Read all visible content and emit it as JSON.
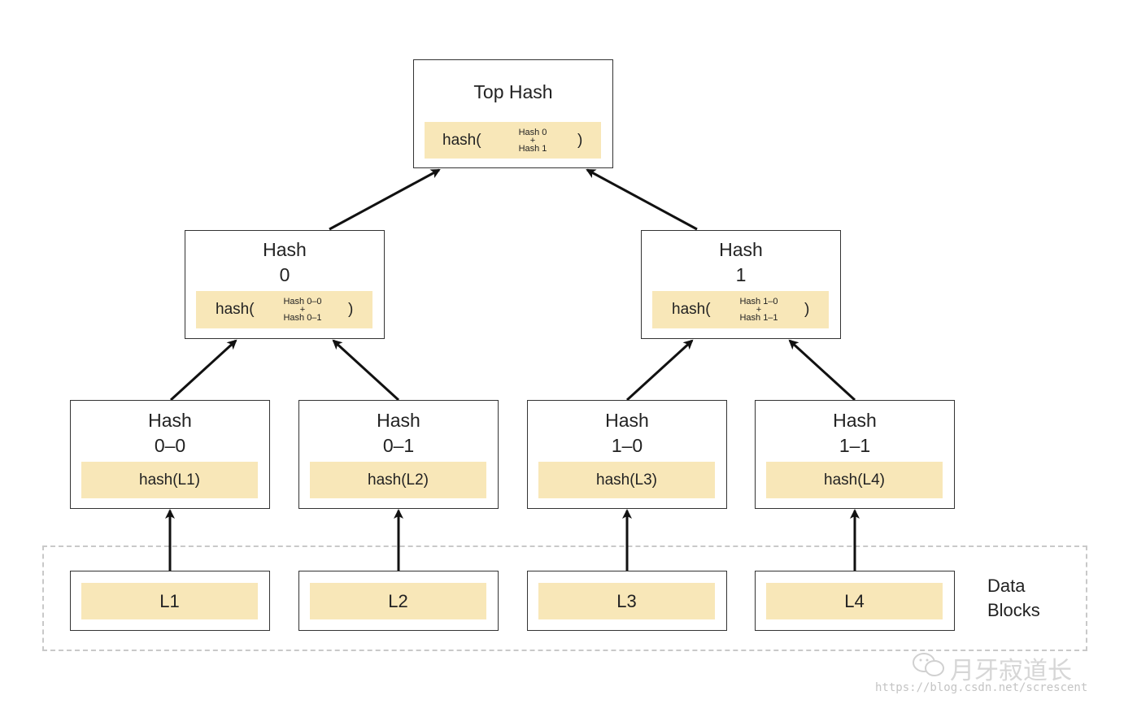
{
  "top": {
    "title": "Top Hash",
    "fn": "hash(",
    "a": "Hash 0",
    "plus": "+",
    "b": "Hash 1",
    "close": ")"
  },
  "hash0": {
    "title1": "Hash",
    "title2": "0",
    "fn": "hash(",
    "a": "Hash 0–0",
    "plus": "+",
    "b": "Hash 0–1",
    "close": ")"
  },
  "hash1": {
    "title1": "Hash",
    "title2": "1",
    "fn": "hash(",
    "a": "Hash 1–0",
    "plus": "+",
    "b": "Hash 1–1",
    "close": ")"
  },
  "leaves": [
    {
      "title1": "Hash",
      "title2": "0–0",
      "fn": "hash(L1)",
      "block": "L1"
    },
    {
      "title1": "Hash",
      "title2": "0–1",
      "fn": "hash(L2)",
      "block": "L2"
    },
    {
      "title1": "Hash",
      "title2": "1–0",
      "fn": "hash(L3)",
      "block": "L3"
    },
    {
      "title1": "Hash",
      "title2": "1–1",
      "fn": "hash(L4)",
      "block": "L4"
    }
  ],
  "data_blocks_label": {
    "line1": "Data",
    "line2": "Blocks"
  },
  "watermark": {
    "brand": "月牙寂道长",
    "url": "https://blog.csdn.net/screscent"
  },
  "colors": {
    "fill": "#f8e7b8",
    "border": "#333333",
    "dashed": "#c9c9c9"
  }
}
